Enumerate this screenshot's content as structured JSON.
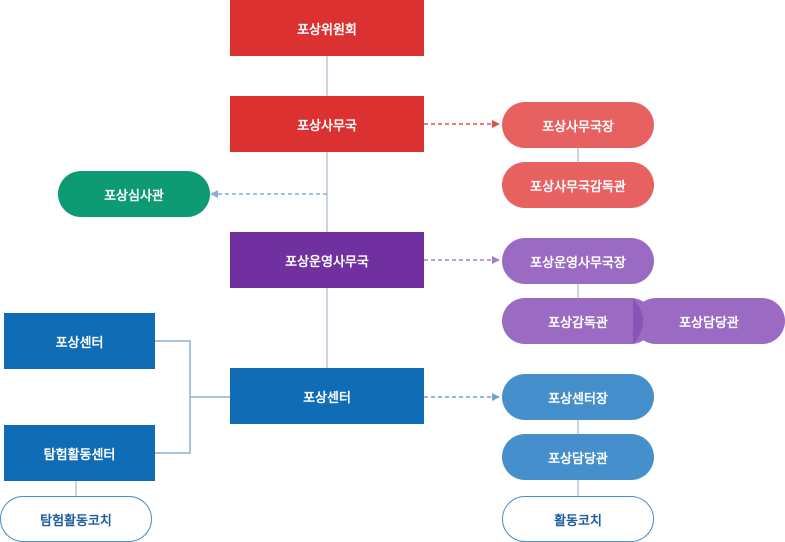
{
  "colors": {
    "red": "#dc3131",
    "red_light": "#e66160",
    "green": "#0e9a73",
    "purple": "#7030a0",
    "purple_light": "#9b6ac2",
    "blue": "#0f6cb5",
    "blue_light": "#4590cc",
    "connector": "#b7c7d6"
  },
  "nodes": {
    "committee": "포상위원회",
    "secretariat": "포상사무국",
    "secretariat_head": "포상사무국장",
    "secretariat_supervisor": "포상사무국감독관",
    "examiner": "포상심사관",
    "operations": "포상운영사무국",
    "operations_head": "포상운영사무국장",
    "operations_supervisor": "포상감독관",
    "operations_officer": "포상담당관",
    "center_left": "포상센터",
    "exploration_center": "탐험활동센터",
    "exploration_coach": "탐험활동코치",
    "center_main": "포상센터",
    "center_head": "포상센터장",
    "center_officer": "포상담당관",
    "activity_coach": "활동코치"
  }
}
